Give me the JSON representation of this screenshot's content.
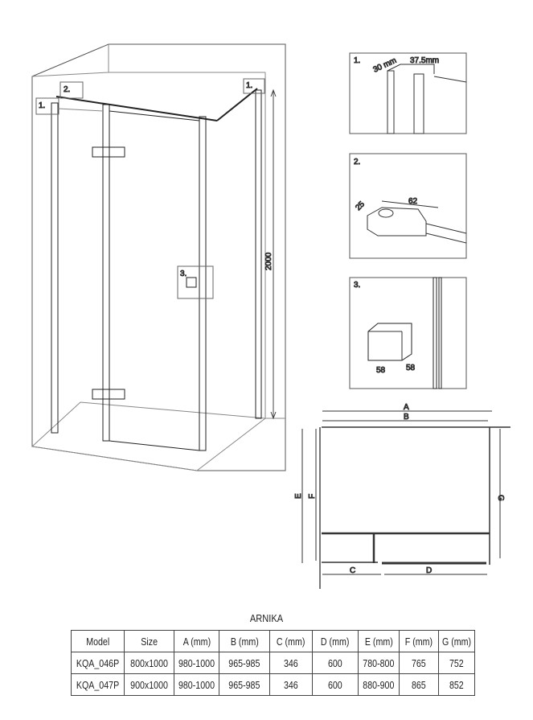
{
  "overview": {
    "callouts": [
      "1.",
      "2.",
      "1.",
      "3."
    ],
    "height_label": "2000"
  },
  "details": [
    {
      "number": "1.",
      "dims": [
        "30 mm",
        "37.5mm"
      ]
    },
    {
      "number": "2.",
      "dims": [
        "25",
        "62"
      ]
    },
    {
      "number": "3.",
      "dims": [
        "58",
        "58"
      ]
    }
  ],
  "plan": {
    "labels": {
      "A": "A",
      "B": "B",
      "C": "C",
      "D": "D",
      "E": "E",
      "F": "F",
      "G": "G"
    }
  },
  "table": {
    "title": "ARNIKA",
    "headers": [
      "Model",
      "Size",
      "A (mm)",
      "B (mm)",
      "C (mm)",
      "D (mm)",
      "E (mm)",
      "F (mm)",
      "G (mm)"
    ],
    "rows": [
      [
        "KQA_046P",
        "800x1000",
        "980-1000",
        "965-985",
        "346",
        "600",
        "780-800",
        "765",
        "752"
      ],
      [
        "KQA_047P",
        "900x1000",
        "980-1000",
        "965-985",
        "346",
        "600",
        "880-900",
        "865",
        "852"
      ]
    ]
  }
}
